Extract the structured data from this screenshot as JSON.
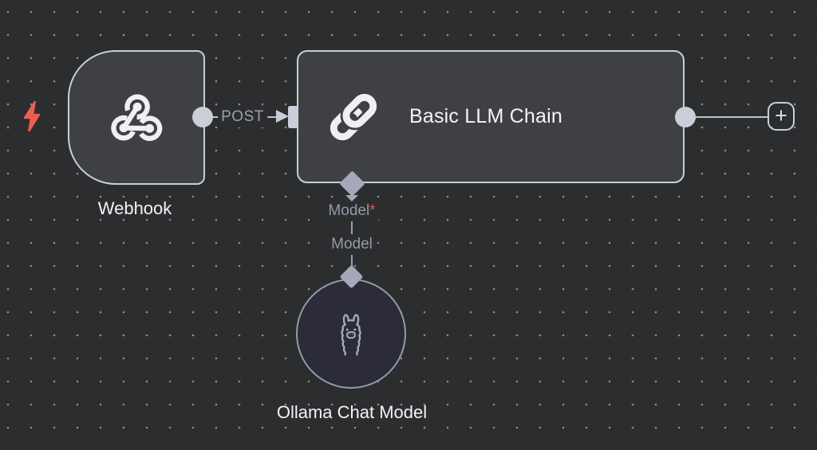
{
  "canvas": {
    "type": "workflow-editor-canvas"
  },
  "nodes": {
    "webhook": {
      "label": "Webhook",
      "icon": "webhook-icon",
      "kind": "trigger"
    },
    "llm_chain": {
      "label": "Basic LLM Chain",
      "icon": "chain-link-icon",
      "kind": "chain"
    },
    "ollama": {
      "label": "Ollama Chat Model",
      "icon": "llama-icon",
      "kind": "ai-language-model"
    }
  },
  "connections": {
    "webhook_to_chain": {
      "label": "POST"
    },
    "ollama_to_chain": {
      "input_label": "Model",
      "required_marker": "*",
      "output_label": "Model"
    }
  },
  "controls": {
    "add_node": "+"
  },
  "colors": {
    "canvas_bg": "#2c2d2f",
    "grid_dot": "#8b8c8f",
    "node_fill": "#3f4043",
    "node_border": "#c9ced9",
    "ollama_fill": "#2b2c37",
    "ollama_border": "#959aa6",
    "connector": "#c9ced9",
    "connection_line": "#bdc3cf",
    "diamond_connector": "#a3a8ba",
    "muted_label": "#969aa8",
    "required_red": "#e05250",
    "trigger_bolt": "#e8614e",
    "node_label": "#f2f3f6"
  }
}
